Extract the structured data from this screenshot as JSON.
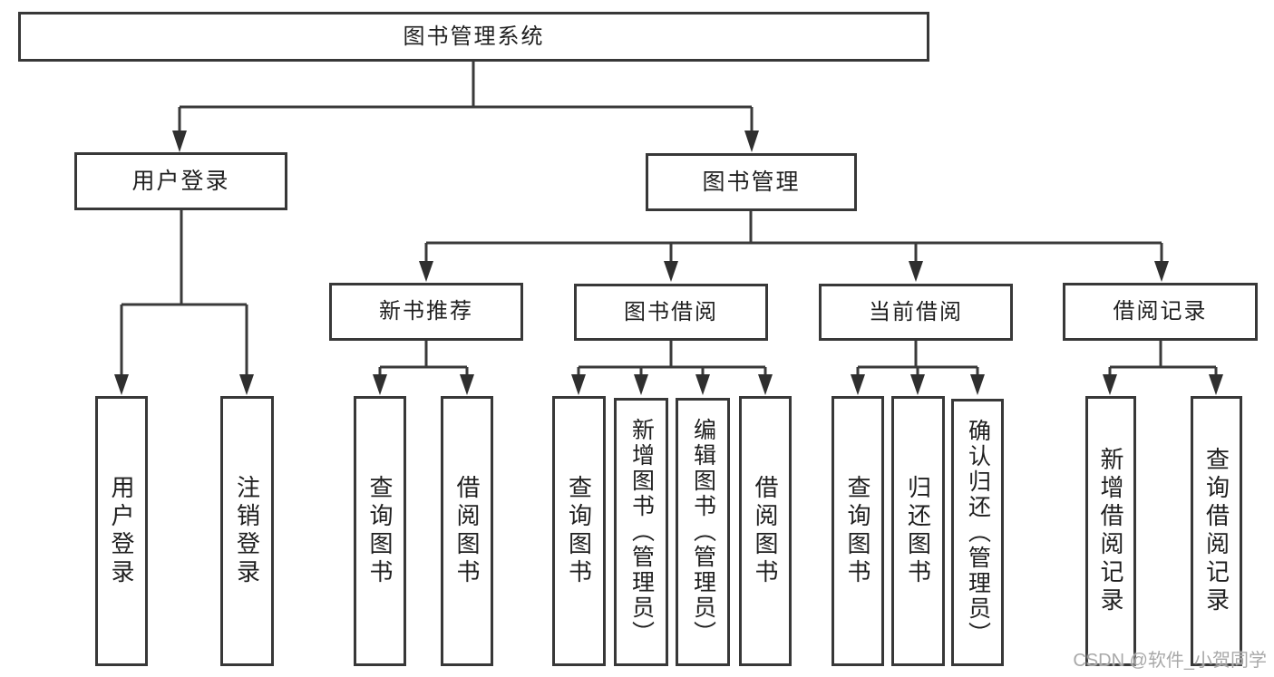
{
  "root": {
    "label": "图书管理系统"
  },
  "branches": [
    {
      "label": "用户登录",
      "children": [
        {
          "label": "用户登录"
        },
        {
          "label": "注销登录"
        }
      ]
    },
    {
      "label": "图书管理",
      "children": [
        {
          "label": "新书推荐",
          "children": [
            {
              "label": "查询图书"
            },
            {
              "label": "借阅图书"
            }
          ]
        },
        {
          "label": "图书借阅",
          "children": [
            {
              "label": "查询图书"
            },
            {
              "label": "新增图书（管理员）"
            },
            {
              "label": "编辑图书（管理员）"
            },
            {
              "label": "借阅图书"
            }
          ]
        },
        {
          "label": "当前借阅",
          "children": [
            {
              "label": "查询图书"
            },
            {
              "label": "归还图书"
            },
            {
              "label": "确认归还（管理员）"
            }
          ]
        },
        {
          "label": "借阅记录",
          "children": [
            {
              "label": "新增借阅记录"
            },
            {
              "label": "查询借阅记录"
            }
          ]
        }
      ]
    }
  ],
  "watermark": {
    "text": "CSDN @软件_小贺同学"
  },
  "colors": {
    "line": "#3a3a3a",
    "box_border": "#383838",
    "text": "#1f1f1f",
    "watermark": "#a9a9a9",
    "background": "#ffffff"
  }
}
